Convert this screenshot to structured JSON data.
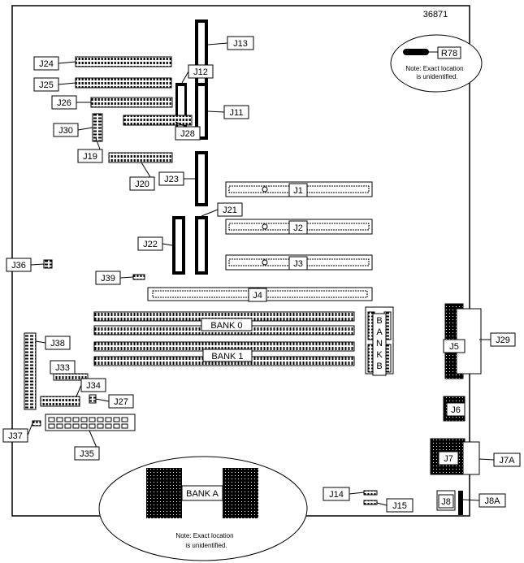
{
  "figure_id": "36871",
  "labels": {
    "J1": "J1",
    "J2": "J2",
    "J3": "J3",
    "J4": "J4",
    "J5": "J5",
    "J6": "J6",
    "J7": "J7",
    "J7A": "J7A",
    "J8": "J8",
    "J8A": "J8A",
    "J11": "J11",
    "J12": "J12",
    "J13": "J13",
    "J14": "J14",
    "J15": "J15",
    "J19": "J19",
    "J20": "J20",
    "J21": "J21",
    "J22": "J22",
    "J23": "J23",
    "J24": "J24",
    "J25": "J25",
    "J26": "J26",
    "J27": "J27",
    "J28": "J28",
    "J29": "J29",
    "J30": "J30",
    "J33": "J33",
    "J34": "J34",
    "J35": "J35",
    "J36": "J36",
    "J37": "J37",
    "J38": "J38",
    "J39": "J39",
    "R78": "R78",
    "BANK0": "BANK 0",
    "BANK1": "BANK 1",
    "BANKA": "BANK A",
    "BANKB": [
      "B",
      "A",
      "N",
      "K",
      "B"
    ]
  },
  "notes": {
    "r78": [
      "Note: Exact location",
      "is unidentified."
    ],
    "bankA": [
      "Note: Exact location",
      "is unidentified."
    ]
  }
}
